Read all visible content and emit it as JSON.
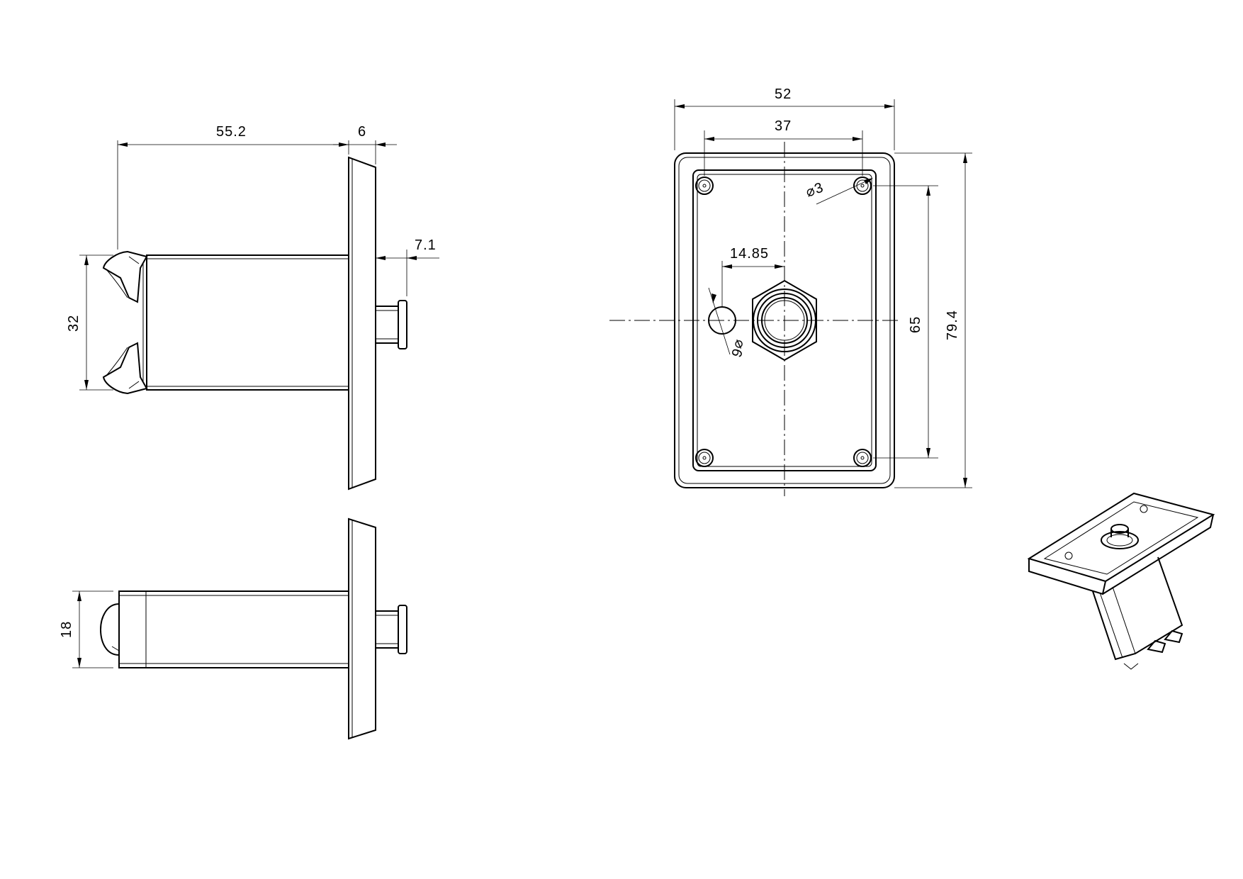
{
  "dimensions": {
    "side_length": "55.2",
    "flange_thickness": "6",
    "button_protrusion": "7.1",
    "side_height": "32",
    "bottom_height": "18",
    "plate_width": "52",
    "hole_spacing_x": "37",
    "center_offset": "14.85",
    "hole_dia": "⌀3",
    "led_dia": "⌀6",
    "hole_spacing_y": "65",
    "plate_height": "79.4"
  }
}
